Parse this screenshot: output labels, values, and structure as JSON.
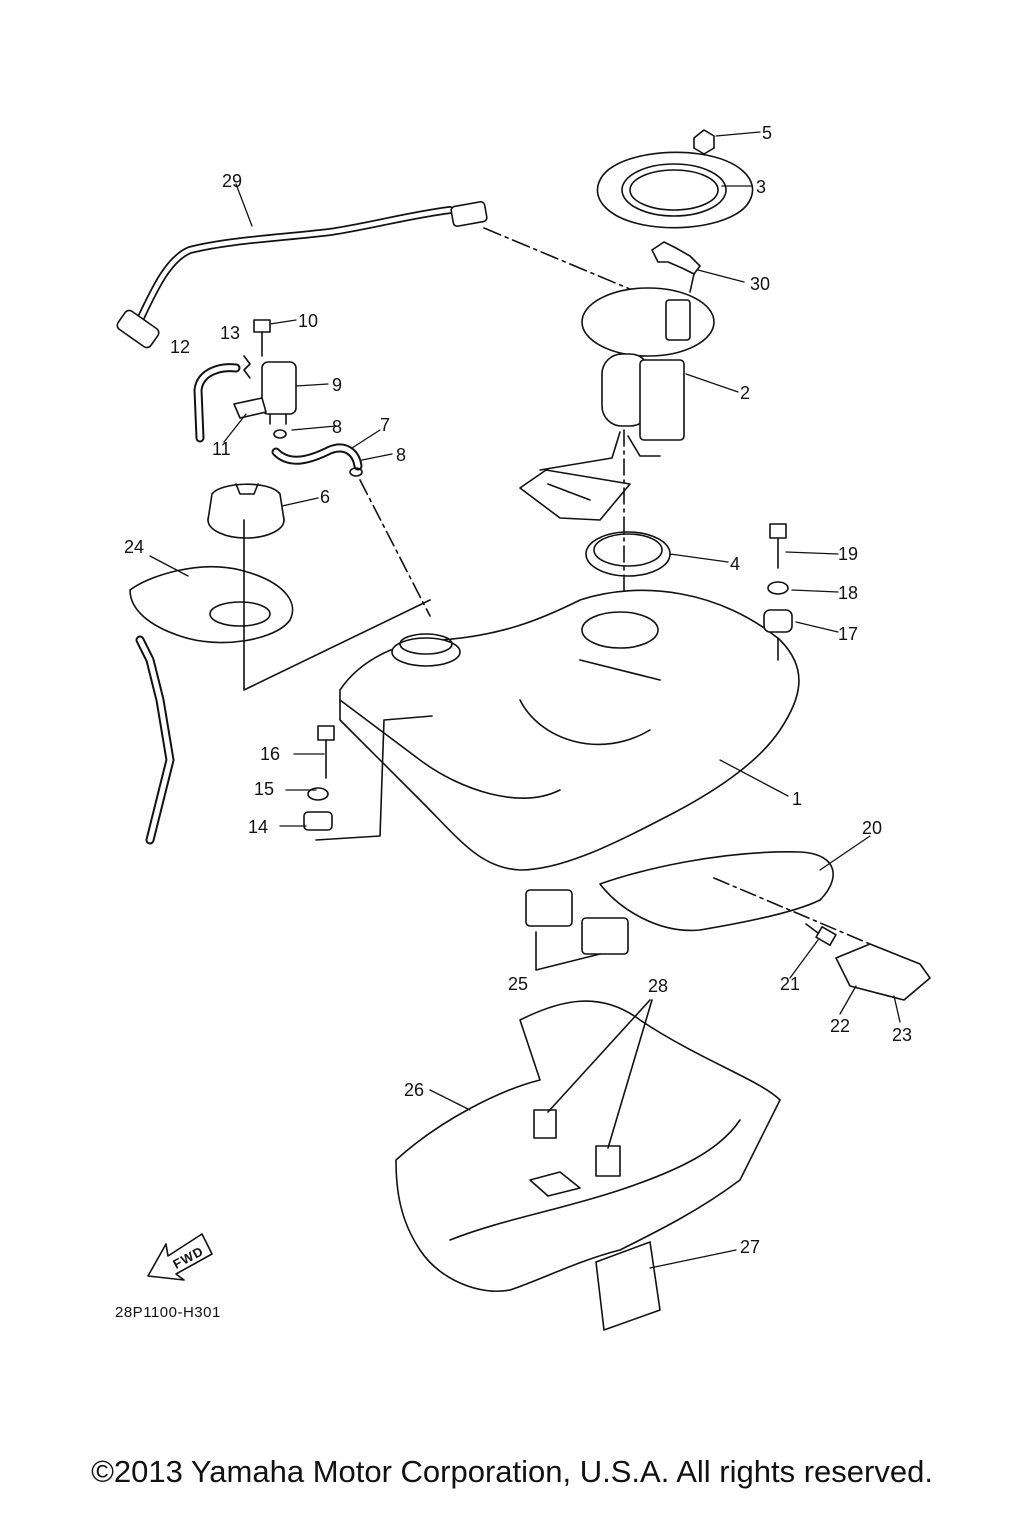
{
  "labels": [
    "1",
    "2",
    "3",
    "4",
    "5",
    "6",
    "7",
    "8",
    "8",
    "9",
    "10",
    "11",
    "12",
    "13",
    "14",
    "15",
    "16",
    "17",
    "18",
    "19",
    "20",
    "21",
    "22",
    "23",
    "24",
    "25",
    "26",
    "27",
    "28",
    "29",
    "30"
  ],
  "reference_code": "28P1100-H301",
  "fwd_text": "FWD",
  "copyright": "©2013 Yamaha Motor Corporation, U.S.A. All rights reserved.",
  "colors": {
    "line": "#111111",
    "fill_light": "#f2f2f2",
    "fill_dark": "#bdbdbd",
    "background": "#ffffff"
  }
}
